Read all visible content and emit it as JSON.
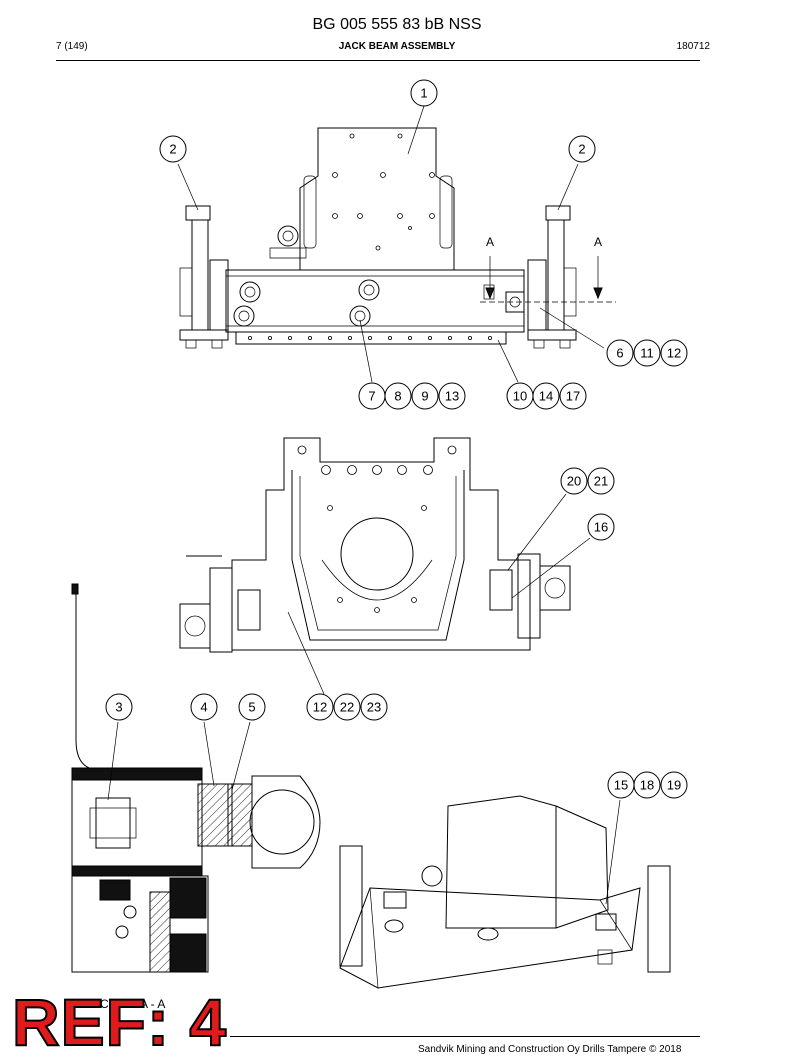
{
  "header": {
    "doc_number": "BG 005 555 83 bB NSS",
    "page": "7 (149)",
    "title": "JACK BEAM ASSEMBLY",
    "code": "180712"
  },
  "section_marker": "A",
  "section_label": "SECTION A - A",
  "callouts": {
    "top_view": [
      "1",
      "2",
      "2",
      "6",
      "11",
      "12",
      "7",
      "8",
      "9",
      "13",
      "10",
      "14",
      "17"
    ],
    "bottom_view": [
      "20",
      "21",
      "16",
      "12",
      "22",
      "23"
    ],
    "section_view": [
      "3",
      "4",
      "5"
    ],
    "iso_view": [
      "15",
      "18",
      "19"
    ]
  },
  "ref_label": "REF: 4",
  "footer": "Sandvik Mining and Construction Oy Drills Tampere © 2018"
}
